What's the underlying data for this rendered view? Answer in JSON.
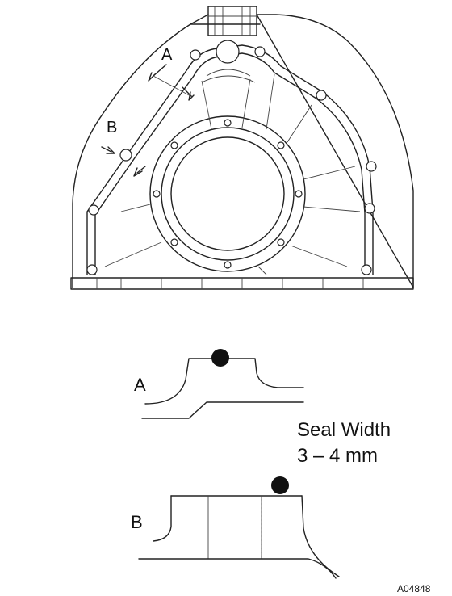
{
  "labels": {
    "detail_a_top": "A",
    "detail_b_top": "B",
    "detail_a": "A",
    "detail_b": "B",
    "seal_width_title": "Seal Width",
    "seal_width_value": "3 – 4 mm",
    "figure_code": "A04848"
  },
  "colors": {
    "line": "#222222",
    "seal_bead": "#111111",
    "background": "#ffffff"
  }
}
